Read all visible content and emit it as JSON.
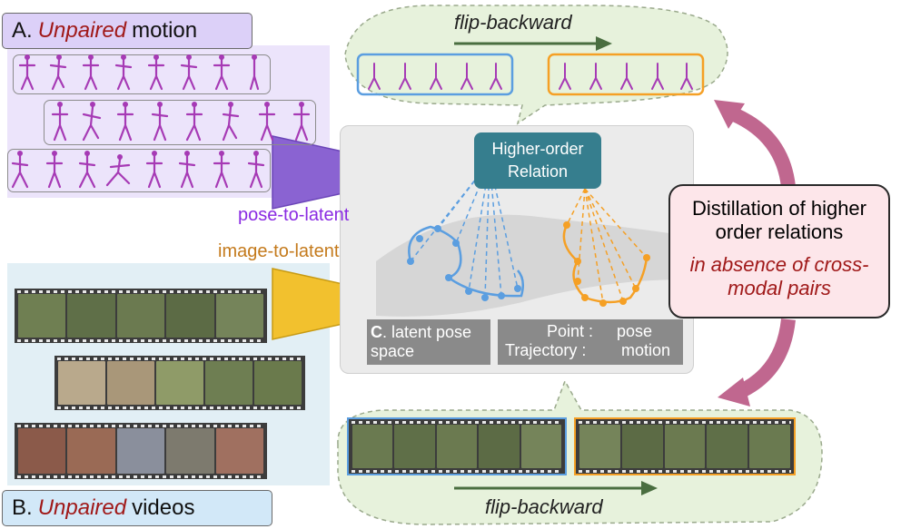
{
  "panel_a": {
    "letter": "A.",
    "emphasis": "Unpaired",
    "rest": "motion"
  },
  "panel_b": {
    "letter": "B.",
    "emphasis": "Unpaired",
    "rest": "videos"
  },
  "encoders": {
    "pose": "pose-to-latent",
    "image": "image-to-latent"
  },
  "latent": {
    "letter": "C",
    "label": ". latent pose space",
    "point_key": "Point :",
    "point_val": "pose",
    "traj_key": "Trajectory :",
    "traj_val": "motion"
  },
  "relation": "Higher-order Relation",
  "flip_top": "flip-backward",
  "flip_bottom": "flip-backward",
  "distill": {
    "line1": "Distillation of higher order relations",
    "line2": "in absence of cross-modal pairs"
  },
  "colors": {
    "pose_encoder": "#8a63d2",
    "image_encoder": "#f2c12e",
    "relation": "#367e8e",
    "traj_blue": "#5b9ee0",
    "traj_orange": "#f5a025",
    "accent_red": "#a01919",
    "cloud": "#e7f2dc",
    "arrow": "#c0678f"
  }
}
